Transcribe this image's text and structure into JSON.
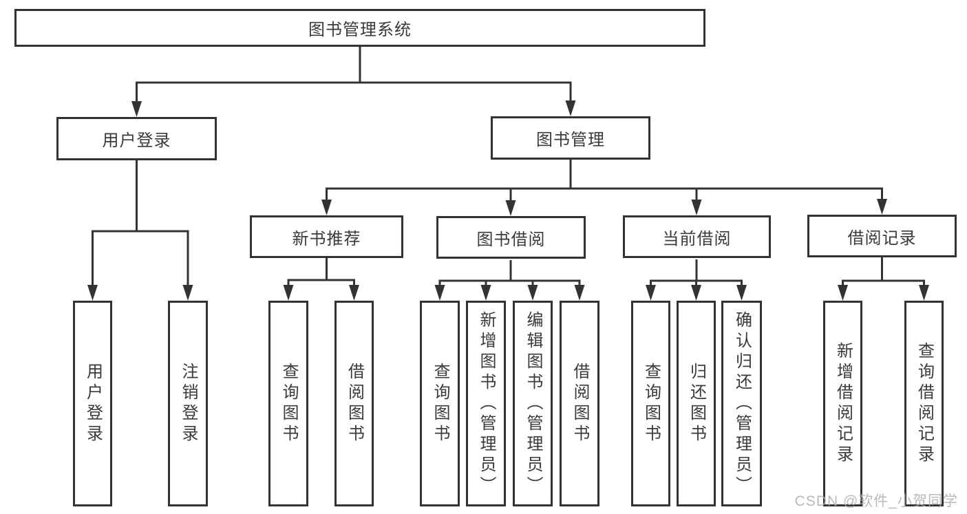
{
  "diagram": {
    "tree": {
      "label": "图书管理系统",
      "children": [
        {
          "label": "用户登录",
          "children": [
            {
              "label": "用户登录"
            },
            {
              "label": "注销登录"
            }
          ]
        },
        {
          "label": "图书管理",
          "children": [
            {
              "label": "新书推荐",
              "children": [
                {
                  "label": "查询图书"
                },
                {
                  "label": "借阅图书"
                }
              ]
            },
            {
              "label": "图书借阅",
              "children": [
                {
                  "label": "查询图书"
                },
                {
                  "label": "新增图书（管理员）"
                },
                {
                  "label": "编辑图书（管理员）"
                },
                {
                  "label": "借阅图书"
                }
              ]
            },
            {
              "label": "当前借阅",
              "children": [
                {
                  "label": "查询图书"
                },
                {
                  "label": "归还图书"
                },
                {
                  "label": "确认归还（管理员）"
                }
              ]
            },
            {
              "label": "借阅记录",
              "children": [
                {
                  "label": "新增借阅记录"
                },
                {
                  "label": "查询借阅记录"
                }
              ]
            }
          ]
        }
      ]
    },
    "colors": {
      "line": "#333333",
      "box_border": "#333333",
      "text": "#3a3a3a",
      "watermark": "#adadad",
      "background": "#ffffff"
    }
  },
  "watermark": {
    "text": "CSDN @软件_小贺同学"
  }
}
